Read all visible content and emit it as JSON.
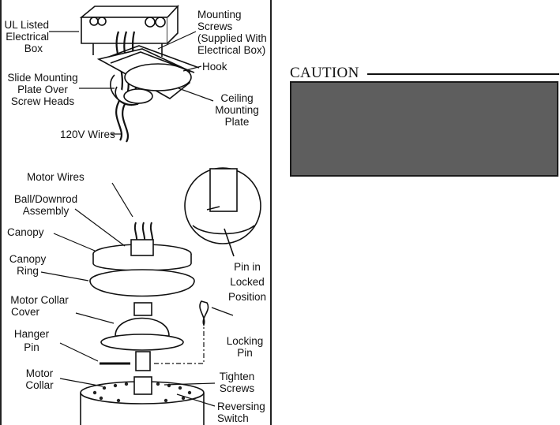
{
  "labels": {
    "ul_listed_box": [
      "UL Listed",
      "Electrical",
      "Box"
    ],
    "mounting_screws": [
      "Mounting",
      "Screws",
      "(Supplied With",
      "Electrical Box)"
    ],
    "hook": "Hook",
    "slide_mounting_plate": [
      "Slide Mounting",
      "Plate Over",
      "Screw Heads"
    ],
    "ceiling_mounting_plate": [
      "Ceiling",
      "Mounting",
      "Plate"
    ],
    "wires_120v": "120V Wires",
    "motor_wires": "Motor Wires",
    "ball_downrod": [
      "Ball/Downrod",
      "Assembly"
    ],
    "canopy": "Canopy",
    "canopy_ring": [
      "Canopy",
      "Ring"
    ],
    "pin_locked": [
      "Pin in",
      "Locked",
      "Position"
    ],
    "motor_collar_cover": [
      "Motor Collar",
      "Cover"
    ],
    "locking_pin": [
      "Locking",
      "Pin"
    ],
    "hanger_pin": [
      "Hanger",
      "Pin"
    ],
    "motor_collar": [
      "Motor",
      "Collar"
    ],
    "tighten_screws": [
      "Tighten",
      "Screws"
    ],
    "reversing_switch": [
      "Reversing",
      "Switch"
    ]
  },
  "caution": {
    "title": "CAUTION"
  },
  "colors": {
    "caution_box_fill": "#5e5e5e",
    "ink": "#111111"
  }
}
